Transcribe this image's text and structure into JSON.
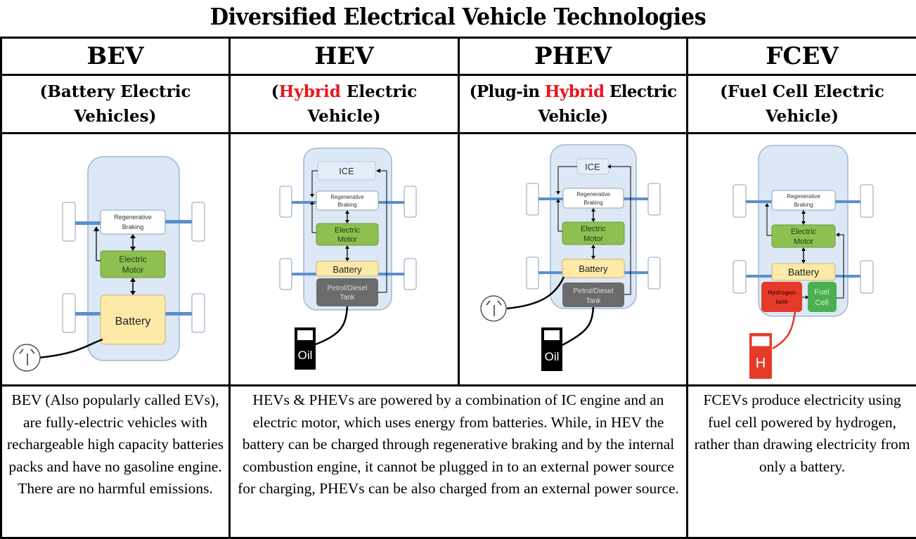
{
  "title": "Diversified Electrical Vehicle Technologies",
  "columns": [
    {
      "abbr": "BEV",
      "full_parts": [
        {
          "text": "(Battery Electric Vehicles)",
          "highlight": false
        }
      ],
      "full_line1_a": "(Battery Electric",
      "full_line2": "Vehicles)",
      "diagram": {
        "blocks": [
          "Regenerative Braking",
          "Electric Motor",
          "Battery"
        ],
        "charge_source": "plug-socket"
      }
    },
    {
      "abbr": "HEV",
      "full_line1_pre": "(",
      "full_line1_red": "Hybrid",
      "full_line1_post": " Electric",
      "full_line2": "Vehicle)",
      "diagram": {
        "blocks": [
          "ICE",
          "Regenerative Braking",
          "Electric Motor",
          "Battery",
          "Petrol/Diesel Tank"
        ],
        "fuel_label": "Oil"
      }
    },
    {
      "abbr": "PHEV",
      "full_line1_pre": "(Plug-in ",
      "full_line1_red": "Hybrid",
      "full_line1_post": " Electric",
      "full_line2": "Vehicle)",
      "diagram": {
        "blocks": [
          "ICE",
          "Regenerative Braking",
          "Electric Motor",
          "Battery",
          "Petrol/Diesel Tank"
        ],
        "fuel_label": "Oil",
        "charge_source": "plug-socket"
      }
    },
    {
      "abbr": "FCEV",
      "full_line1_a": "(Fuel Cell Electric",
      "full_line2": "Vehicle)",
      "diagram": {
        "blocks": [
          "Regenerative Braking",
          "Electric Motor",
          "Battery",
          "Hydrogen tank",
          "Fuel Cell"
        ],
        "fuel_label": "H"
      }
    }
  ],
  "labels": {
    "regen_1": "Regenerative",
    "regen_2": "Braking",
    "motor_1": "Electric",
    "motor_2": "Motor",
    "battery": "Battery",
    "ice": "ICE",
    "tank_1": "Petrol/Diesel",
    "tank_2": "Tank",
    "oil": "Oil",
    "h2_1": "Hydrogen",
    "h2_2": "tank",
    "fc_1": "Fuel",
    "fc_2": "Cell",
    "h": "H"
  },
  "descriptions": {
    "bev": "BEV (Also popularly called EVs), are fully-electric vehicles with rechargeable high capacity batteries packs and have no gasoline engine. There are no harmful emissions.",
    "hybrid": "HEVs & PHEVs are powered by a combination of IC engine and an electric motor, which uses energy from batteries. While, in HEV the battery can be charged through regenerative braking and by the internal combustion engine, it cannot be plugged in to an external power source for charging, PHEVs can be also charged from an external power source.",
    "fcev": "FCEVs produce electricity using fuel cell powered by hydrogen, rather than drawing electricity from only a battery."
  },
  "colors": {
    "highlight_red": "#e8161c",
    "car_body": "#dce8f5",
    "axle": "#5b8fcf",
    "motor_green": "#8dc051",
    "battery_yellow": "#fde9a8",
    "tank_gray": "#6b6b6b",
    "hydrogen_red": "#e53a2a",
    "fuel_cell_green": "#4caf50"
  }
}
